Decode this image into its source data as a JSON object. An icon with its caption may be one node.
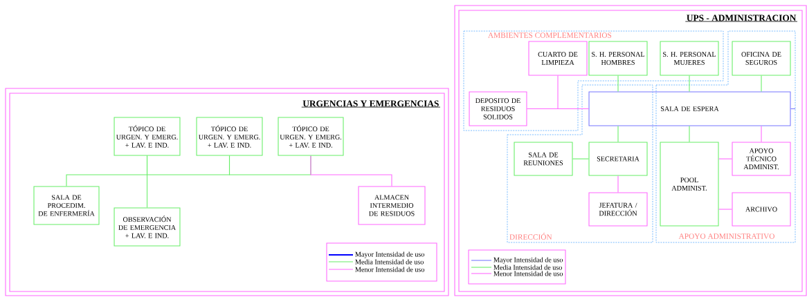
{
  "diagram": {
    "nodes": [
      {
        "text": [
          "URGENCIAS Y EMERGENCIAS"
        ]
      },
      {
        "text": [
          "TÓPICO DE URGEN. Y EMERG. + LAV. E IND."
        ],
        "in": 0
      },
      {
        "text": [
          "TÓPICO DE URGEN. Y EMERG. + LAV. E IND."
        ],
        "in": 0
      },
      {
        "text": [
          "TÓPICO DE URGEN. Y EMERG. + LAV. E IND."
        ],
        "in": 0
      },
      {
        "text": [
          "SALA DE PROCEDIM. DE ENFERMERÍA"
        ],
        "in": 0
      },
      {
        "text": [
          "OBSERVACIÓN DE EMERGENCIA + LAV. E IND."
        ],
        "in": 0
      },
      {
        "text": [
          "ALMACEN INTERMEDIO DE RESIDUOS"
        ],
        "in": 0
      },
      {
        "text": [
          "UPS - ADMINISTRACION"
        ]
      },
      {
        "text": [
          "AMBIENTES COMPLEMENTARIOS"
        ],
        "in": 7
      },
      {
        "text": [
          "CUARTO DE LIMPIEZA"
        ],
        "in": 8
      },
      {
        "text": [
          "S. H. PERSONAL HOMBRES"
        ],
        "in": 8
      },
      {
        "text": [
          "S. H. PERSONAL MUJERES"
        ],
        "in": 8
      },
      {
        "text": [
          "DEPOSITO DE RESIDUOS SOLIDOS"
        ],
        "in": 8
      },
      {
        "text": [
          "SALA DE ESPERA"
        ],
        "in": 7
      },
      {
        "text": [
          "DIRECCIÓN"
        ],
        "in": 7
      },
      {
        "text": [
          "SALA DE REUNIONES"
        ],
        "in": 14
      },
      {
        "text": [
          "SECRETARIA"
        ],
        "in": 14
      },
      {
        "text": [
          "JEFATURA / DIRECCIÓN"
        ],
        "in": 14
      },
      {
        "text": [
          "APOYO ADMINISTRATIVO"
        ],
        "in": 7
      },
      {
        "text": [
          "OFICINA DE SEGUROS"
        ],
        "in": 18
      },
      {
        "text": [
          "POOL ADMINIST."
        ],
        "in": 18
      },
      {
        "text": [
          "APOYO TÉCNICO ADMINIST."
        ],
        "in": 18
      },
      {
        "text": [
          "ARCHIVO"
        ],
        "in": 18
      }
    ],
    "edges": [
      {
        "from": 1,
        "to": 5,
        "arrow": "none"
      },
      {
        "from": 1,
        "to": 4,
        "arrow": "none"
      },
      {
        "from": 1,
        "to": 2,
        "arrow": "none"
      },
      {
        "from": 2,
        "to": 3,
        "arrow": "none"
      },
      {
        "from": 3,
        "to": 6,
        "arrow": "none",
        "color": "#ff66ff"
      },
      {
        "from": 9,
        "to": 13,
        "arrow": "none",
        "color": "#ff66ff"
      },
      {
        "from": 12,
        "to": 13,
        "arrow": "none",
        "color": "#ff66ff"
      },
      {
        "from": 10,
        "to": 13,
        "arrow": "none"
      },
      {
        "from": 11,
        "to": 13,
        "arrow": "none"
      },
      {
        "from": 19,
        "to": 13,
        "arrow": "none"
      },
      {
        "from": 13,
        "to": 16,
        "arrow": "none"
      },
      {
        "from": 13,
        "to": 20,
        "arrow": "none"
      },
      {
        "from": 13,
        "to": 21,
        "arrow": "none",
        "color": "#ff66ff"
      },
      {
        "from": 15,
        "to": 16,
        "arrow": "none"
      },
      {
        "from": 16,
        "to": 17,
        "arrow": "none",
        "color": "#ff66ff"
      },
      {
        "from": 20,
        "to": 21,
        "arrow": "none",
        "color": "#ff66ff"
      },
      {
        "from": 20,
        "to": 22,
        "arrow": "none",
        "color": "#ff66ff"
      },
      {
        "from": 13,
        "to": 18,
        "arrow": "none",
        "color": "#7777ff"
      }
    ],
    "legend": [
      {
        "text": "Mayor Intensidad de uso"
      },
      {
        "text": "Media Intensidad de uso"
      },
      {
        "text": "Menor Intensidad de uso"
      },
      {
        "text": "Mayor Intensidad de uso"
      },
      {
        "text": "Media Intensidad de uso"
      },
      {
        "text": "Menor Intensidad de uso"
      }
    ]
  }
}
